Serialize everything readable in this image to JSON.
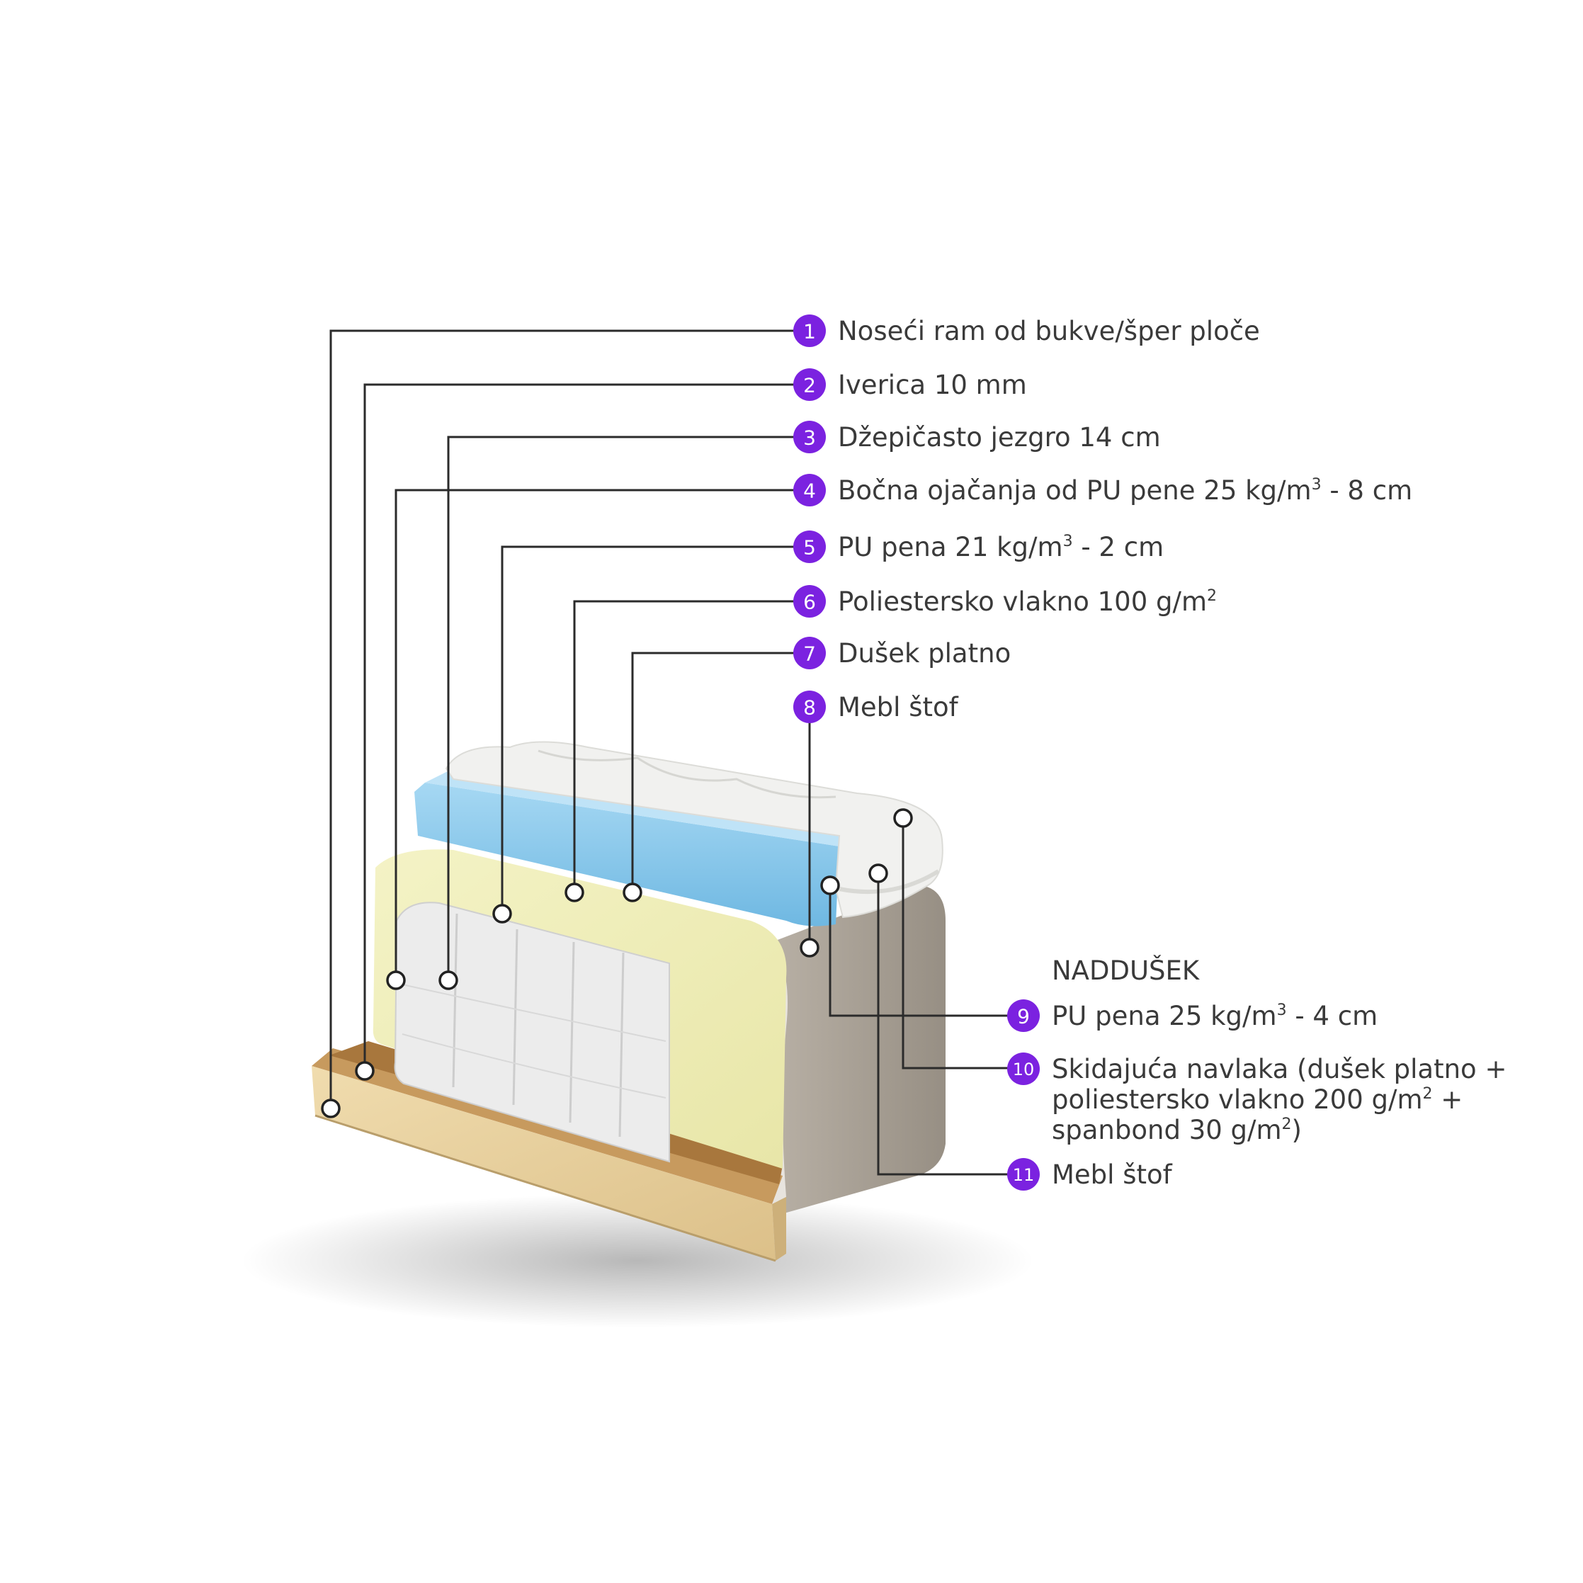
{
  "section_heading": "NADDUŠEK",
  "items": [
    {
      "num": "1",
      "text": "Noseći ram od bukve/šper ploče"
    },
    {
      "num": "2",
      "text": "Iverica 10 mm"
    },
    {
      "num": "3",
      "text": "Džepičasto jezgro 14 cm"
    },
    {
      "num": "4",
      "text": "Bočna ojačanja od PU pene 25 kg/m",
      "sup": "3",
      "tail": " - 8 cm"
    },
    {
      "num": "5",
      "text": "PU pena 21 kg/m",
      "sup": "3",
      "tail": " - 2 cm"
    },
    {
      "num": "6",
      "text": "Poliestersko vlakno 100 g/m",
      "sup": "2",
      "tail": ""
    },
    {
      "num": "7",
      "text": "Dušek platno"
    },
    {
      "num": "8",
      "text": "Mebl štof"
    },
    {
      "num": "9",
      "text": "PU pena 25 kg/m",
      "sup": "3",
      "tail": " - 4 cm"
    },
    {
      "num": "10",
      "lines": [
        {
          "text": "Skidajuća navlaka (dušek platno +"
        },
        {
          "text": "poliestersko vlakno 200 g/m",
          "sup": "2",
          "tail": " +"
        },
        {
          "text": "spanbond 30 g/m",
          "sup": "2",
          "tail": ")"
        }
      ]
    },
    {
      "num": "11",
      "text": "Mebl štof"
    }
  ],
  "colors": {
    "badge": "#7b22e0",
    "wood": "#e7cf9c",
    "chipboard": "#b88a4c",
    "yellow_foam": "#f1f0bd",
    "blue_foam": "#8fcbec",
    "fabric": "#a9a196",
    "pocket_springs": "#eeeeee"
  }
}
